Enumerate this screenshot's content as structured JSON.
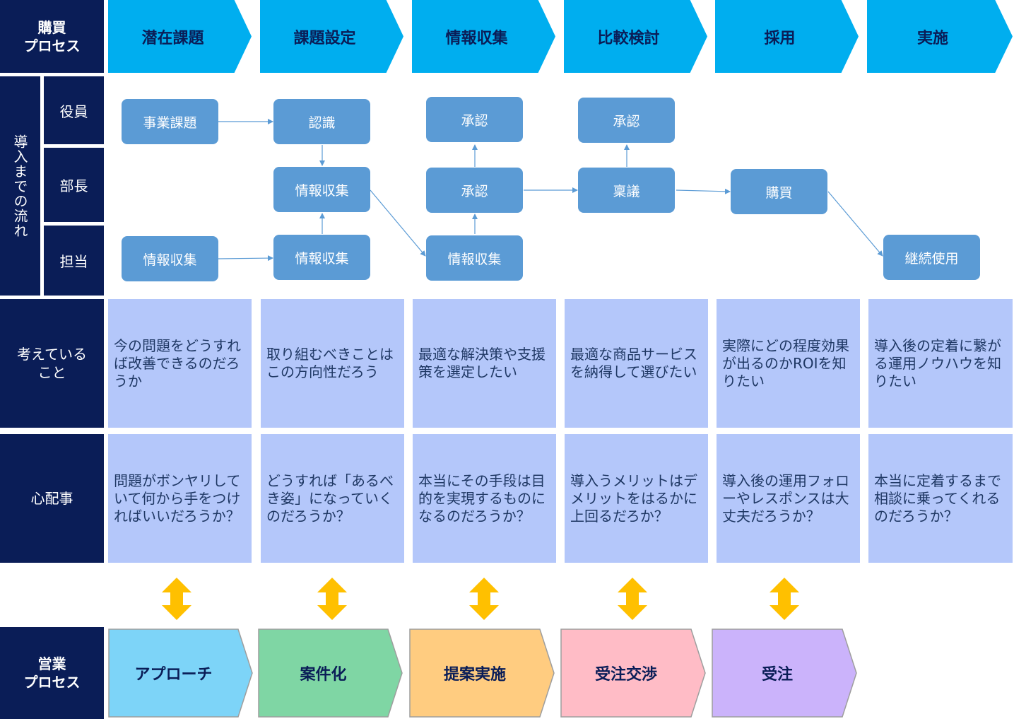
{
  "labels": {
    "purchase_process": "購買\nプロセス",
    "flow_to_adoption": "導入までの流れ",
    "thinking": "考えている\nこと",
    "concerns": "心配事",
    "sales_process": "営業\nプロセス"
  },
  "roles": [
    "役員",
    "部長",
    "担当"
  ],
  "purchase_stages": [
    "潜在課題",
    "課題設定",
    "情報収集",
    "比較検討",
    "採用",
    "実施"
  ],
  "flow_nodes": {
    "c1_exec": "事業課題",
    "c1_staff": "情報収集",
    "c2_exec": "認識",
    "c2_mgr": "情報収集",
    "c2_staff": "情報収集",
    "c3_exec": "承認",
    "c3_mgr": "承認",
    "c3_staff": "情報収集",
    "c4_exec": "承認",
    "c4_mgr": "稟議",
    "c5_mgr": "購買",
    "c6_staff": "継続使用"
  },
  "thinking": [
    "今の問題をどうすれば改善できるのだろうか",
    "取り組むべきことはこの方向性だろう",
    "最適な解決策や支援策を選定したい",
    "最適な商品サービスを納得して選びたい",
    "実際にどの程度効果が出るのかROIを知りたい",
    "導入後の定着に繋がる運用ノウハウを知りたい"
  ],
  "concerns": [
    "問題がボンヤリしていて何から手をつければいいだろうか？",
    "どうすれば「あるべき姿」になっていくのだろうか？",
    "本当にその手段は目的を実現するものになるのだろうか？",
    "導入うメリットはデメリットをはるかに上回るだろか？",
    "導入後の運用フォローやレスポンスは大丈夫だろうか？",
    "本当に定着するまで相談に乗ってくれるのだろうか？"
  ],
  "sales_stages": [
    {
      "label": "アプローチ",
      "color": "#7dd4f8"
    },
    {
      "label": "案件化",
      "color": "#7fd6a4"
    },
    {
      "label": "提案実施",
      "color": "#ffcc80"
    },
    {
      "label": "受注交渉",
      "color": "#ffbcc6"
    },
    {
      "label": "受注",
      "color": "#cbb3fb"
    }
  ],
  "colors": {
    "navy": "#0a1d57",
    "stage_blue": "#00aeef",
    "node_blue": "#5b9bd5",
    "card_lavender": "#b4c7fa",
    "connector": "#ffc000"
  }
}
